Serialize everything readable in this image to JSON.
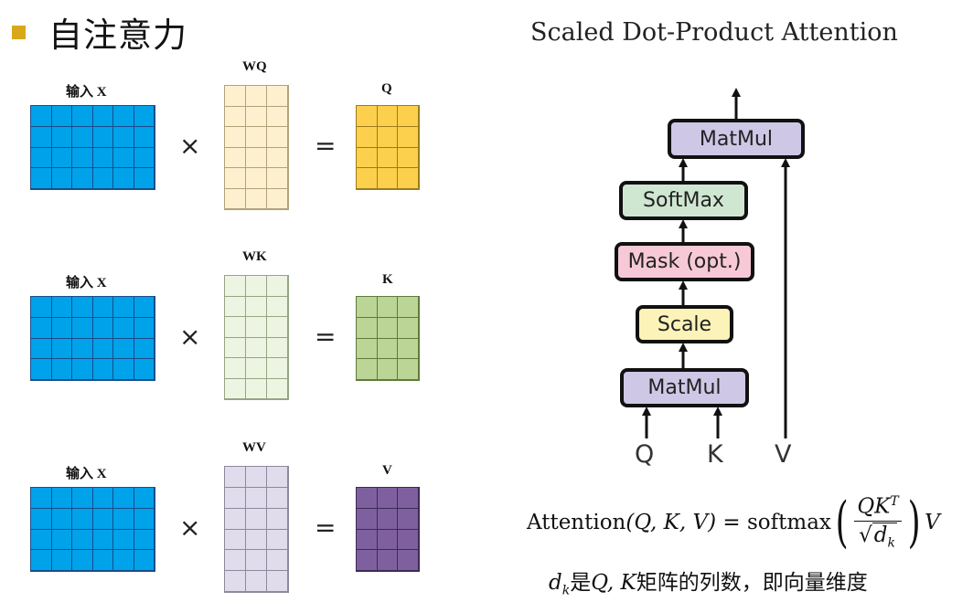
{
  "slide_title": "自注意力",
  "diagram_title": "Scaled Dot-Product Attention",
  "rows": [
    {
      "input_label": "输入  X",
      "weight_label": "WQ",
      "output_label": "Q",
      "times": "×",
      "equals": "="
    },
    {
      "input_label": "输入  X",
      "weight_label": "WK",
      "output_label": "K",
      "times": "×",
      "equals": "="
    },
    {
      "input_label": "输入  X",
      "weight_label": "WV",
      "output_label": "V",
      "times": "×",
      "equals": "="
    }
  ],
  "blocks": {
    "matmul_top": "MatMul",
    "softmax": "SoftMax",
    "mask": "Mask (opt.)",
    "scale": "Scale",
    "matmul_bottom": "MatMul"
  },
  "inputs": {
    "q": "Q",
    "k": "K",
    "v": "V"
  },
  "formula": {
    "lhs_name": "Attention",
    "lhs_args": "(Q, K, V)",
    "equals": " = ",
    "func": "softmax",
    "numerator_base": "QK",
    "numerator_sup": "T",
    "denominator_var": "d",
    "denominator_sub": "k",
    "trailing": "V"
  },
  "note": {
    "var": "d",
    "sub": "k",
    "text_1": "是",
    "math": "Q, K",
    "text_2": "矩阵的列数，即向量维度"
  },
  "colors": {
    "input_x": "#00a2ea",
    "wq": "#fdf0cf",
    "q": "#fcd04c",
    "wk": "#eef4e2",
    "k": "#bbd596",
    "wv": "#e1dcec",
    "v": "#7f609f",
    "matmul": "#cfc7e6",
    "softmax": "#cfe7d1",
    "mask": "#f7c9d6",
    "scale": "#fbf3b8",
    "bullet": "#d7a81b"
  }
}
